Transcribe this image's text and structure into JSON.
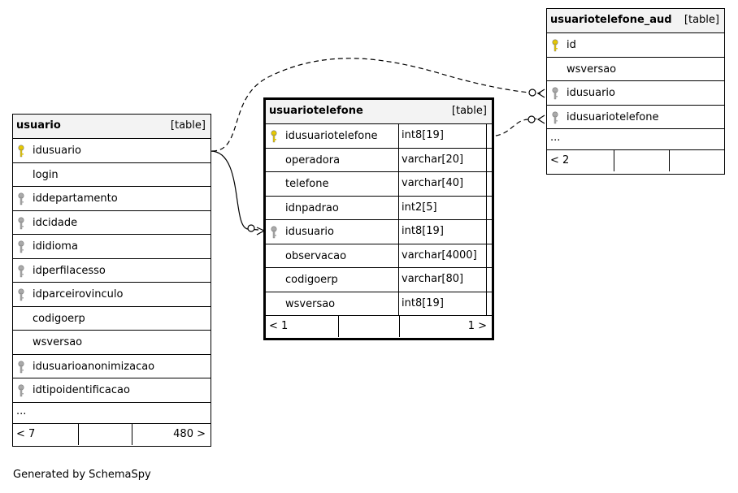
{
  "tables": {
    "usuario": {
      "name": "usuario",
      "type": "[table]",
      "columns": [
        {
          "name": "idusuario",
          "key": "pk"
        },
        {
          "name": "login",
          "key": ""
        },
        {
          "name": "iddepartamento",
          "key": "fk"
        },
        {
          "name": "idcidade",
          "key": "fk"
        },
        {
          "name": "ididioma",
          "key": "fk"
        },
        {
          "name": "idperfilacesso",
          "key": "fk"
        },
        {
          "name": "idparceirovinculo",
          "key": "fk"
        },
        {
          "name": "codigoerp",
          "key": ""
        },
        {
          "name": "wsversao",
          "key": ""
        },
        {
          "name": "idusuarioanonimizacao",
          "key": "fk"
        },
        {
          "name": "idtipoidentificacao",
          "key": "fk"
        }
      ],
      "ellipsis": "...",
      "footer_left": "< 7",
      "footer_right": "480 >"
    },
    "usuariotelefone": {
      "name": "usuariotelefone",
      "type": "[table]",
      "columns": [
        {
          "name": "idusuariotelefone",
          "type": "int8[19]",
          "key": "pk"
        },
        {
          "name": "operadora",
          "type": "varchar[20]",
          "key": ""
        },
        {
          "name": "telefone",
          "type": "varchar[40]",
          "key": ""
        },
        {
          "name": "idnpadrao",
          "type": "int2[5]",
          "key": ""
        },
        {
          "name": "idusuario",
          "type": "int8[19]",
          "key": "fk"
        },
        {
          "name": "observacao",
          "type": "varchar[4000]",
          "key": ""
        },
        {
          "name": "codigoerp",
          "type": "varchar[80]",
          "key": ""
        },
        {
          "name": "wsversao",
          "type": "int8[19]",
          "key": ""
        }
      ],
      "footer_left": "< 1",
      "footer_right": "1 >"
    },
    "usuariotelefone_aud": {
      "name": "usuariotelefone_aud",
      "type": "[table]",
      "columns": [
        {
          "name": "id",
          "key": "pk"
        },
        {
          "name": "wsversao",
          "key": ""
        },
        {
          "name": "idusuario",
          "key": "fk"
        },
        {
          "name": "idusuariotelefone",
          "key": "fk"
        }
      ],
      "ellipsis": "...",
      "footer_left": "< 2",
      "footer_right": ""
    }
  },
  "colors": {
    "primary_key": "#e6c800",
    "foreign_key": "#aaaaaa",
    "header_bg": "#f3f3f3"
  },
  "generated_by": "Generated by SchemaSpy"
}
